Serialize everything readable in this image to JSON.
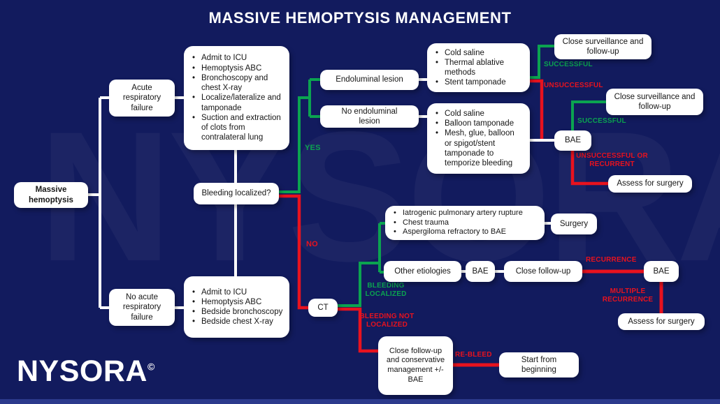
{
  "title": "MASSIVE HEMOPTYSIS MANAGEMENT",
  "brand": {
    "logo_text": "NYSORA",
    "logo_mark": "©",
    "watermark_text": "NYSORA",
    "watermark_mark": "©"
  },
  "colors": {
    "background": "#121B5E",
    "box": "#FFFFFF",
    "accent_green": "#0BA350",
    "accent_red": "#E8121E",
    "bottom_strip": "#2C3A8C"
  },
  "nodes": {
    "massive_hemoptysis": {
      "label": "Massive hemoptysis"
    },
    "acute_respiratory_failure": {
      "label": "Acute respiratory failure"
    },
    "acute_management": {
      "items": [
        "Admit to ICU",
        "Hemoptysis ABC",
        "Bronchoscopy and chest X-ray",
        "Localize/lateralize and tamponade",
        "Suction and extraction of clots from contralateral lung"
      ]
    },
    "bleeding_localized": {
      "label": "Bleeding localized?"
    },
    "no_acute_respiratory_failure": {
      "label": "No acute respiratory failure"
    },
    "no_acute_management": {
      "items": [
        "Admit to ICU",
        "Hemoptysis ABC",
        "Bedside bronchoscopy",
        "Bedside chest X-ray"
      ]
    },
    "endoluminal_lesion": {
      "label": "Endoluminal lesion"
    },
    "no_endoluminal_lesion": {
      "label": "No endoluminal lesion"
    },
    "endoluminal_treatment": {
      "items": [
        "Cold saline",
        "Thermal ablative methods",
        "Stent tamponade"
      ]
    },
    "no_endoluminal_treatment": {
      "items": [
        "Cold saline",
        "Balloon tamponade",
        "Mesh, glue, balloon or spigot/stent tamponade to temporize bleeding"
      ]
    },
    "close_surveillance_1": {
      "label": "Close surveillance and follow-up"
    },
    "close_surveillance_2": {
      "label": "Close surveillance and follow-up"
    },
    "bae_endoluminal": {
      "label": "BAE"
    },
    "assess_for_surgery_1": {
      "label": "Assess for surgery"
    },
    "surgery_indications": {
      "items": [
        "Iatrogenic pulmonary artery rupture",
        "Chest trauma",
        "Aspergiloma refractory to BAE"
      ]
    },
    "surgery": {
      "label": "Surgery"
    },
    "other_etiologies": {
      "label": "Other etiologies"
    },
    "bae_other": {
      "label": "BAE"
    },
    "close_follow_up": {
      "label": "Close follow-up"
    },
    "bae_recurrence": {
      "label": "BAE"
    },
    "assess_for_surgery_2": {
      "label": "Assess for surgery"
    },
    "ct": {
      "label": "CT"
    },
    "conservative_management": {
      "label": "Close follow-up and conservative management +/- BAE"
    },
    "start_from_beginning": {
      "label": "Start from beginning"
    }
  },
  "edge_labels": {
    "yes": "YES",
    "no": "NO",
    "successful_endoluminal": "SUCCESSFUL",
    "unsuccessful_endoluminal": "UNSUCCESSFUL",
    "successful_bae": "SUCCESSFUL",
    "unsuccessful_or_recurrent": "UNSUCCESSFUL OR RECURRENT",
    "bleeding_localized": "BLEEDING LOCALIZED",
    "bleeding_not_localized": "BLEEDING NOT LOCALIZED",
    "recurrence": "RECURRENCE",
    "multiple_recurrence": "MULTIPLE RECURRENCE",
    "re_bleed": "RE-BLEED"
  }
}
